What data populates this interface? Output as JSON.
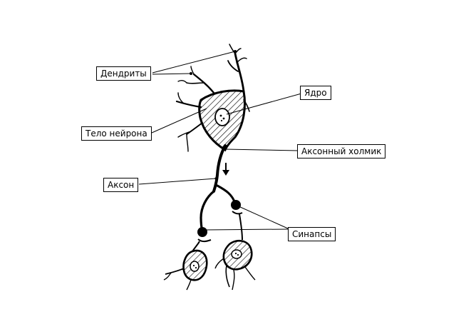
{
  "labels": {
    "dendrites": "Дендриты",
    "nucleus": "Ядро",
    "cell_body": "Тело нейрона",
    "axon_hillock": "Аксонный холмик",
    "axon": "Аксон",
    "synapses": "Синапсы"
  }
}
